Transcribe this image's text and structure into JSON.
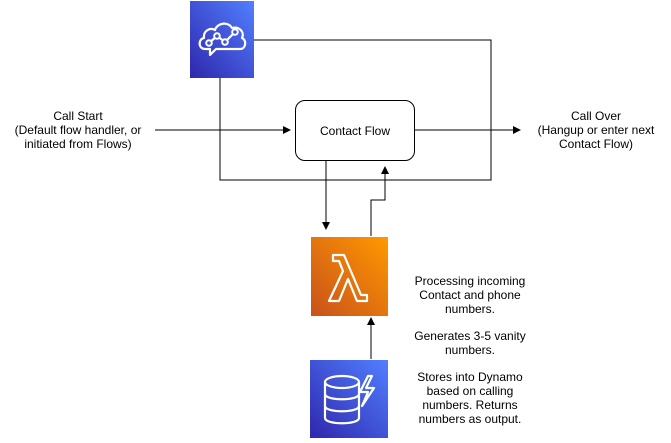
{
  "start": {
    "lines": [
      "Call Start",
      "(Default flow handler, or",
      "initiated from Flows)"
    ]
  },
  "end": {
    "lines": [
      "Call Over",
      "(Hangup or enter next",
      "Contact Flow)"
    ]
  },
  "contact_flow": {
    "label": "Contact Flow"
  },
  "lambda_notes": {
    "lines": [
      "Processing incoming",
      "Contact and phone",
      "numbers.",
      "",
      "Generates 3-5 vanity",
      "numbers.",
      "",
      "Stores into Dynamo",
      "based on calling",
      "numbers. Returns",
      "numbers as output."
    ]
  },
  "colors": {
    "connect_icon_bg": "#3B48CC",
    "lambda_icon_bg": "#E47411",
    "dynamo_icon_bg": "#3B48CC",
    "line": "#000000"
  },
  "icons": {
    "connect": "amazon-connect-icon",
    "lambda": "aws-lambda-icon",
    "dynamo": "dynamodb-icon"
  }
}
